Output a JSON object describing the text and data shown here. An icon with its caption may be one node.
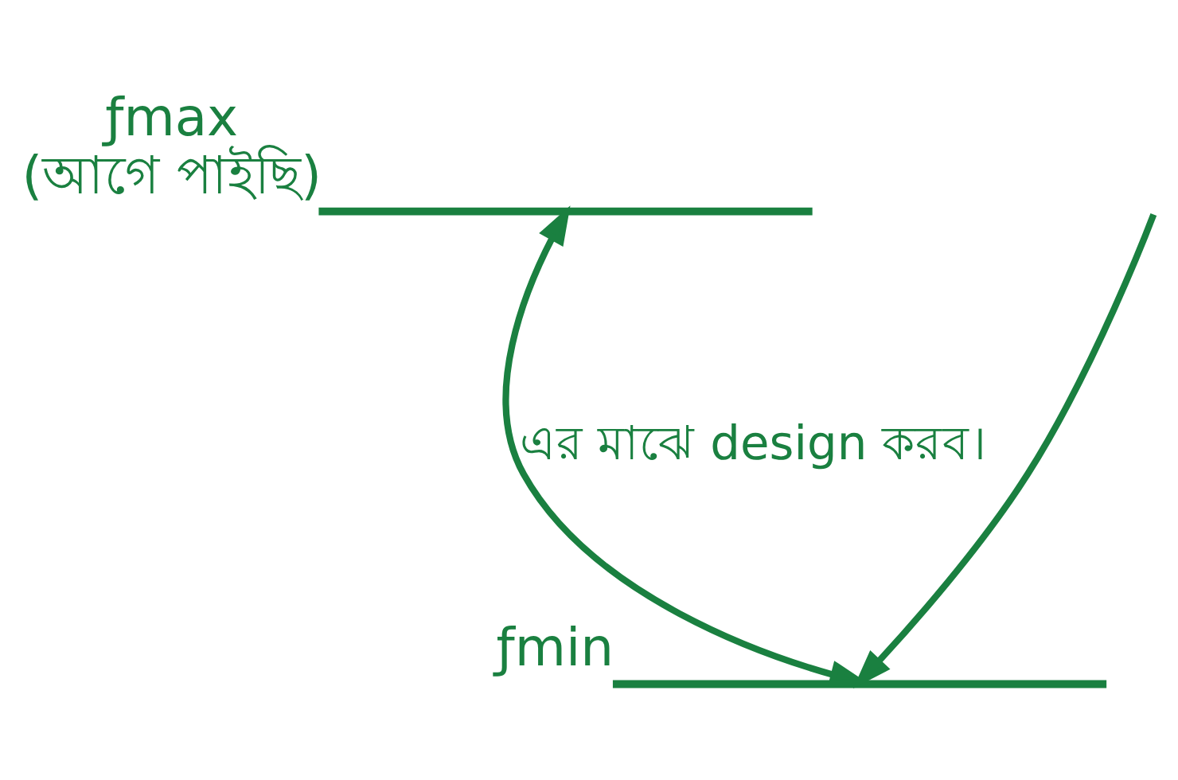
{
  "diagram": {
    "nodes": [
      {
        "text": [],
        "shape": "bar",
        "beside": [
          "ƒmax",
          "(আগে পাইছি)"
        ]
      },
      {
        "text": [],
        "shape": "bar",
        "beside": [
          "ƒmin"
        ]
      }
    ],
    "edges": [
      {
        "from": 0,
        "to": 1,
        "arrow": "both",
        "label": "এর মাঝে design করব।"
      },
      {
        "from": null,
        "to": 1,
        "arrow": "to"
      }
    ]
  }
}
